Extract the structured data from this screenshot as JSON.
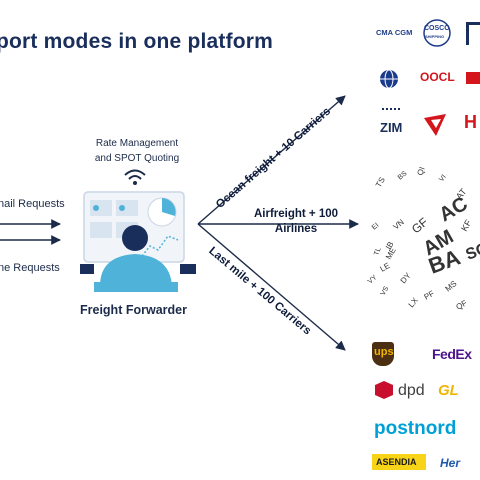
{
  "title": "port modes in one platform",
  "left_labels": {
    "email": "nail Requests",
    "online": "ne Requests"
  },
  "center": {
    "rate_line1": "Rate Management",
    "rate_line2": "and SPOT Quoting",
    "forwarder": "Freight Forwarder"
  },
  "routes": {
    "ocean": "Ocean freight + 10 Carriers",
    "air_line1": "Airfreight + 100",
    "air_line2": "Airlines",
    "lastmile": "Last mile + 100 Carriers"
  },
  "ocean_carriers": [
    "CMA CGM",
    "COSCO",
    "SHIPPING",
    "OOCL",
    "ZIM",
    "H"
  ],
  "airline_codes": [
    "TS",
    "BS",
    "QI",
    "VI",
    "AC",
    "GF",
    "AM",
    "BA",
    "KF",
    "VN",
    "ME",
    "LE",
    "SQ",
    "AT",
    "IB",
    "EI",
    "DY",
    "TL",
    "PF",
    "VS",
    "MS",
    "LX",
    "VY",
    "QF"
  ],
  "parcel_carriers": [
    "ups",
    "FedEx",
    "dpd",
    "GL",
    "postnord",
    "ASENDIA",
    "Her"
  ],
  "colors": {
    "title": "#1a2e5c",
    "accent": "#4fb3d9",
    "arrow": "#1c2b4a"
  }
}
